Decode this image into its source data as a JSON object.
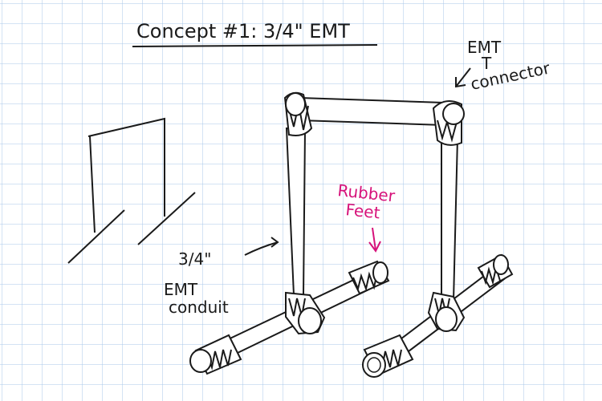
{
  "title": "Concept #1:  3/4\" EMT",
  "labels": {
    "connector_line1": "EMT",
    "connector_line2": "T",
    "connector_line3": "connector",
    "size": "3/4\"",
    "conduit_line1": "EMT",
    "conduit_line2": "conduit",
    "feet_line1": "Rubber",
    "feet_line2": "Feet"
  },
  "colors": {
    "grid": "#a9c7ea",
    "ink": "#1a1a1a",
    "annotation": "#d6127a"
  }
}
